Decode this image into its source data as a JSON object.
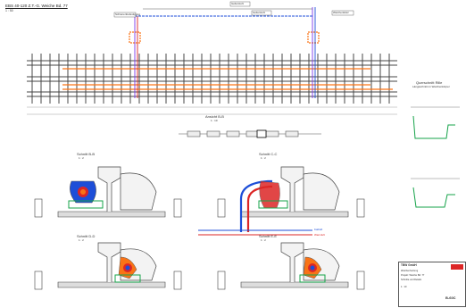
{
  "drawing": {
    "header": "EBS 40-120 Z.T.-G. Weiche Bd. 77",
    "header_sub": "1 : 50",
    "leader_labels": [
      "Schienenbefestigung",
      "Isolierstoß",
      "Isolierstoß",
      "Weichenklotz"
    ],
    "plan_label": "Ansicht B-B",
    "plan_sub": "1 : 10",
    "detail_title": "Querschnitt Rille",
    "detail_sub": "Längsschnitt im Weichenkörper"
  },
  "sections": [
    {
      "title": "Schnitt B-B",
      "scale": "1 : 2"
    },
    {
      "title": "Schnitt C-C",
      "scale": "1 : 2"
    },
    {
      "title": "Schnitt D-D",
      "scale": "1 : 2"
    },
    {
      "title": "Schnitt E-E",
      "scale": "1 : 2"
    }
  ],
  "legend": {
    "blue": "Kaltluft",
    "red": "Warmluft"
  },
  "title_block": {
    "company": "TBW GmbH",
    "line1": "Weichenheizung",
    "line2": "Projekt: Weiche Bd. 77",
    "line3": "Schnitte und Details",
    "scale": "1 : 10",
    "drawing_no": "B-60C"
  },
  "colors": {
    "rail": "#555555",
    "cold": "#1d4ed8",
    "warm": "#dc2626",
    "orange": "#f97316",
    "green": "#16a34a",
    "purple": "#7c3aed"
  }
}
